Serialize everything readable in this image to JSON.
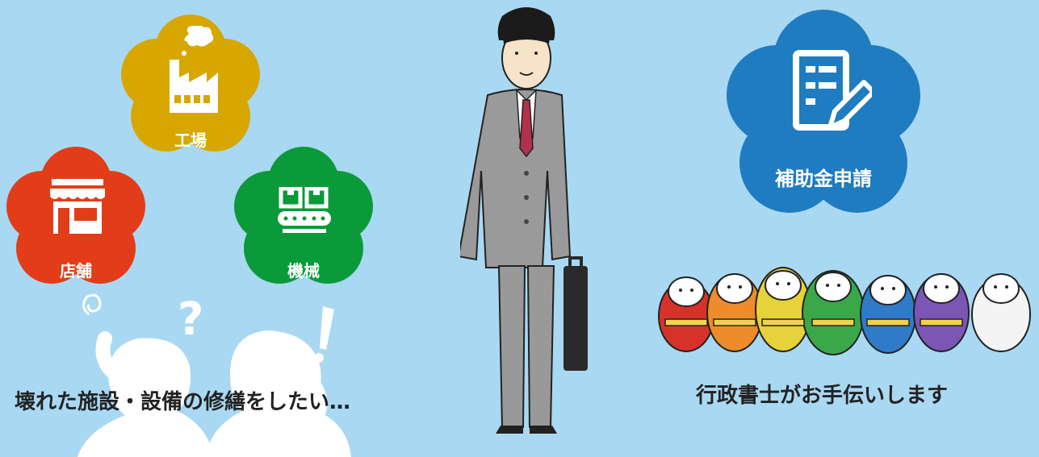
{
  "colors": {
    "background": "#a9d8f2",
    "factory": "#d7a700",
    "shop": "#e23d18",
    "machine": "#0a9a3a",
    "subsidy": "#1f7cc0",
    "silhouette": "#ffffff"
  },
  "badges": {
    "factory": {
      "label": "工場",
      "icon": "factory-icon"
    },
    "shop": {
      "label": "店舗",
      "icon": "storefront-icon"
    },
    "machine": {
      "label": "機械",
      "icon": "conveyor-icon"
    },
    "subsidy": {
      "label": "補助金申請",
      "icon": "document-pen-icon"
    }
  },
  "left_caption": "壊れた施設・設備の修繕をしたい…",
  "right_caption": "行政書士がお手伝いします",
  "illustrations": {
    "center": "businessman-illustration",
    "right": "cat-heroes-illustration",
    "left": "thinking-people-silhouette"
  }
}
